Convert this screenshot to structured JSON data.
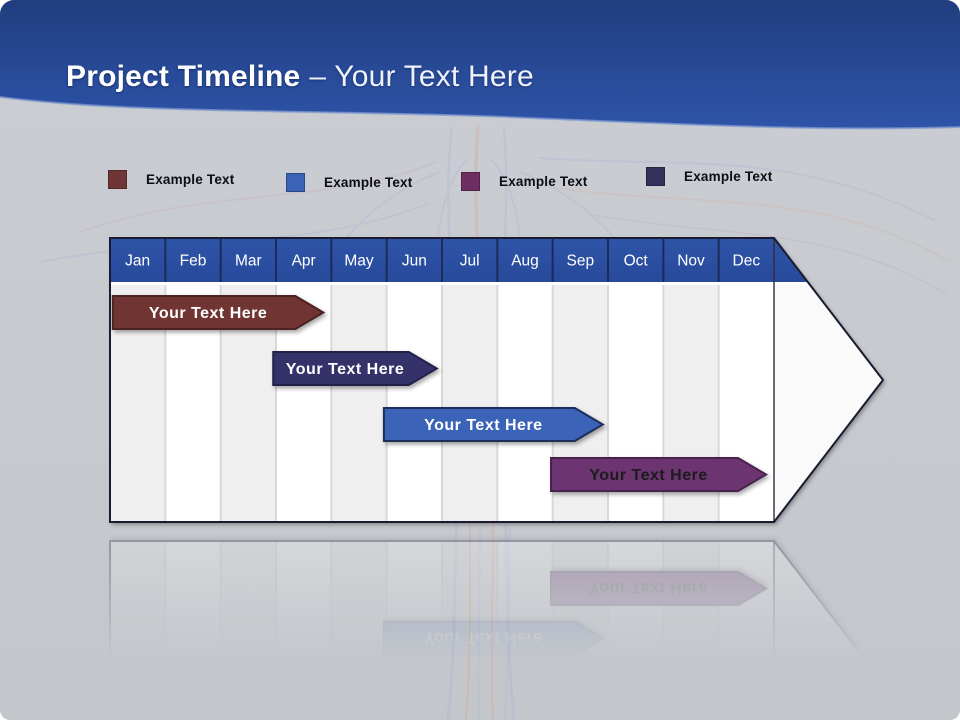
{
  "header": {
    "title_primary": "Project Timeline",
    "title_secondary": "– Your Text Here",
    "band_color_top": "#203d7f",
    "band_color_bottom": "#2e54a8",
    "text_color": "#ffffff"
  },
  "legend": {
    "items": [
      {
        "label": "Example Text",
        "color": "#6e3636",
        "border": "#512828"
      },
      {
        "label": "Example Text",
        "color": "#3a62b5",
        "border": "#2a4787"
      },
      {
        "label": "Example Text",
        "color": "#6e2e62",
        "border": "#4f2147"
      },
      {
        "label": "Example Text",
        "color": "#32325c",
        "border": "#232342"
      }
    ]
  },
  "chart_data": {
    "type": "timeline-gantt",
    "title": "Project Timeline – Your Text Here",
    "months": [
      "Jan",
      "Feb",
      "Mar",
      "Apr",
      "May",
      "Jun",
      "Jul",
      "Aug",
      "Sep",
      "Oct",
      "Nov",
      "Dec"
    ],
    "header_fill": "#2f55a8",
    "header_fill_dark": "#27499a",
    "header_separator_color": "#1c2b57",
    "header_text_color": "#ffffff",
    "column_fill_odd": "#f0efef",
    "column_fill_even": "#ffffff",
    "column_separator_color": "#d8d8d8",
    "arrow_fill": "#fafafa",
    "arrow_outline_color": "#1a1a30",
    "bars": [
      {
        "label": "Your Text Here",
        "row": 1,
        "start_month": 0.05,
        "end_month": 3.35,
        "fill": "#6f3433",
        "stroke": "#4d2422",
        "text_color": "#ffffff"
      },
      {
        "label": "Your Text Here",
        "row": 2,
        "start_month": 2.95,
        "end_month": 5.4,
        "fill": "#34336b",
        "stroke": "#222248",
        "text_color": "#ffffff"
      },
      {
        "label": "Your Text Here",
        "row": 3,
        "start_month": 4.95,
        "end_month": 8.4,
        "fill": "#3b64b8",
        "stroke": "#1f2d5c",
        "text_color": "#ffffff"
      },
      {
        "label": "Your Text Here",
        "row": 4,
        "start_month": 7.97,
        "end_month": 11.35,
        "fill": "#6c3471",
        "stroke": "#46204b",
        "text_color": "#1a1a1a"
      }
    ]
  }
}
